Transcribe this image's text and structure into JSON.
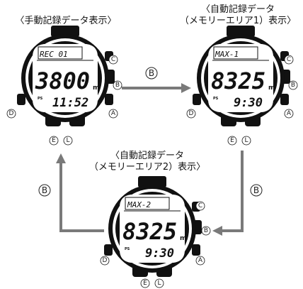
{
  "captions": {
    "manual": "〈手動記録データ表示〉",
    "auto1_line1": "〈自動記録データ",
    "auto1_line2": "（メモリーエリア1）表示〉",
    "auto2_line1": "〈自動記録データ",
    "auto2_line2": "（メモリーエリア2）表示〉"
  },
  "flow_button_label": "B",
  "watch_buttons": {
    "a": "A",
    "b": "B",
    "c": "C",
    "d": "D",
    "e": "E",
    "l": "L"
  },
  "watch_manual": {
    "top": "REC  01",
    "main": "3800",
    "unit": "m",
    "ps": "PS",
    "time": "11:52"
  },
  "watch_auto1": {
    "top": "MAX-1",
    "main": "8325",
    "unit": "m",
    "ps": "PS",
    "time": "9:30"
  },
  "watch_auto2": {
    "top": "MAX-2",
    "main": "8325",
    "unit": "m",
    "ps": "PS",
    "time": "9:30"
  },
  "colors": {
    "arrow": "#7a7a7a",
    "watch_body": "#111111",
    "lcd": "#ffffff"
  }
}
